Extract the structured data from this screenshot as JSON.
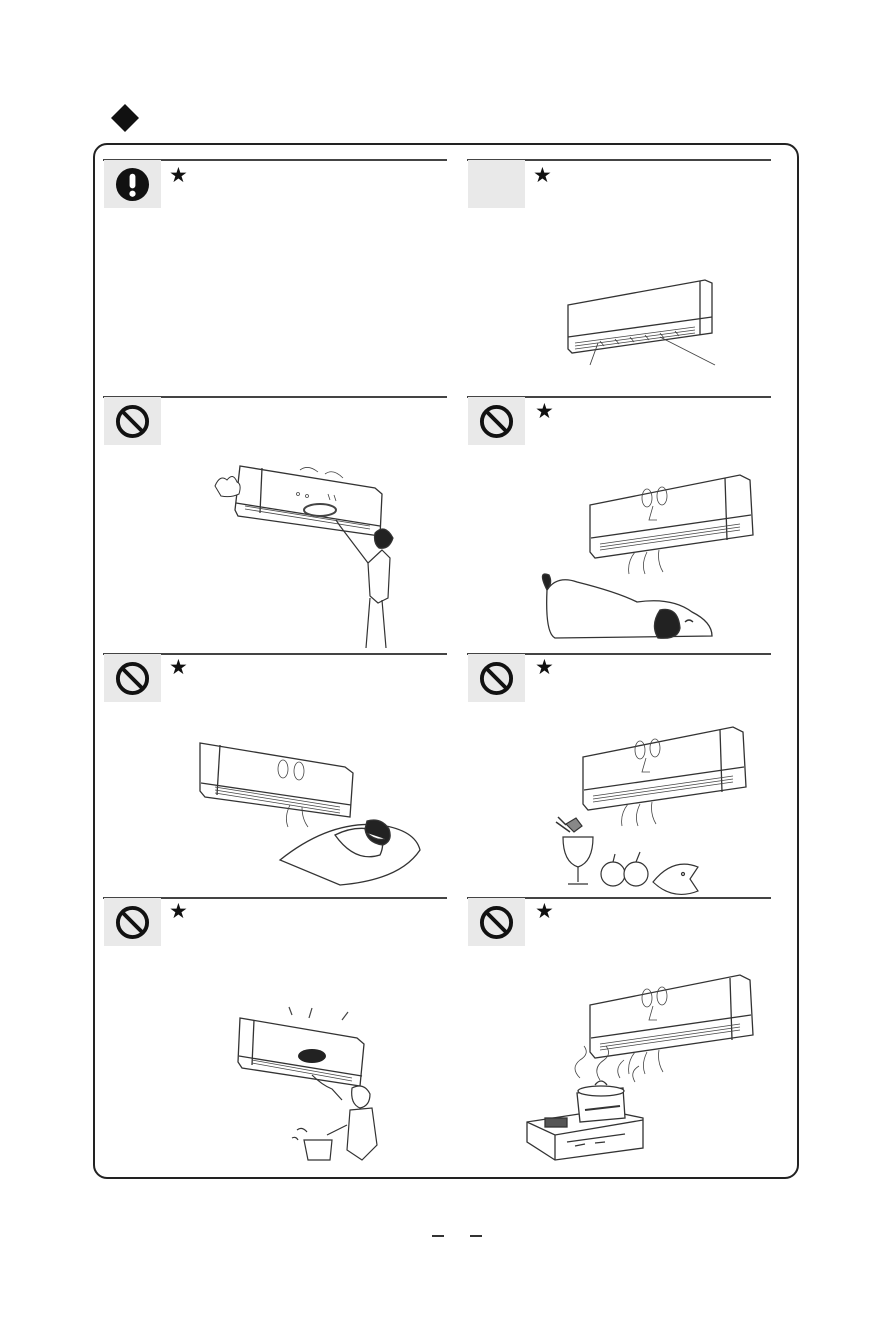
{
  "header": {
    "bullet_icon": "diamond-icon"
  },
  "panels": [
    {
      "id": "top-left",
      "icon": "exclamation-icon",
      "star": "★"
    },
    {
      "id": "top-right",
      "icon": "blank-icon",
      "star": "★"
    },
    {
      "id": "row2-left",
      "icon": "prohibition-icon",
      "star": ""
    },
    {
      "id": "row2-right",
      "icon": "prohibition-icon",
      "star": "★"
    },
    {
      "id": "row3-left",
      "icon": "prohibition-icon",
      "star": "★"
    },
    {
      "id": "row3-right",
      "icon": "prohibition-icon",
      "star": "★"
    },
    {
      "id": "row4-left",
      "icon": "prohibition-icon",
      "star": "★"
    },
    {
      "id": "row4-right",
      "icon": "prohibition-icon",
      "star": "★"
    }
  ],
  "footer": {
    "page_marks": "– –"
  }
}
